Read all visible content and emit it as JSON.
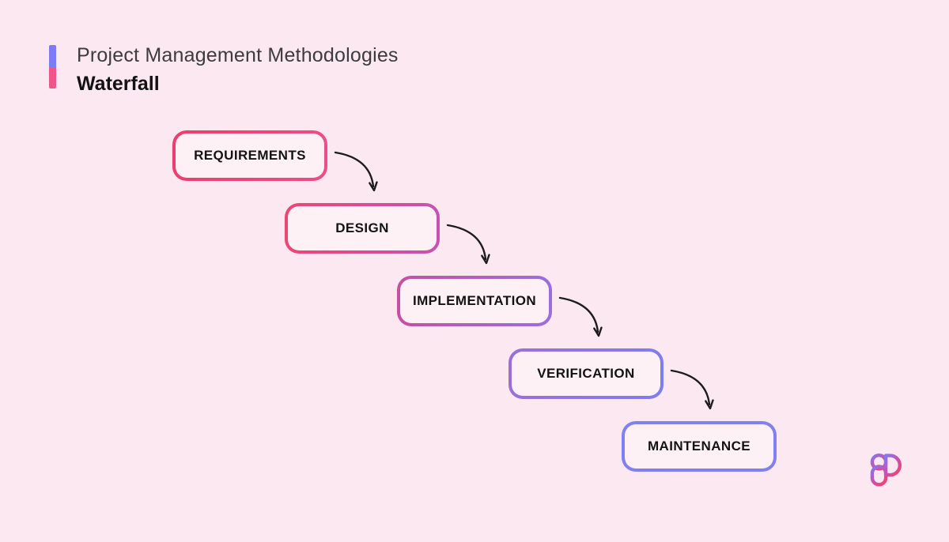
{
  "header": {
    "title": "Project Management Methodologies",
    "subtitle": "Waterfall",
    "accent_top_color": "#7b7bf6",
    "accent_bottom_color": "#f0558a"
  },
  "canvas": {
    "background_color": "#fce8f0",
    "node_fill_color": "#fdf1f6"
  },
  "stages": [
    {
      "label": "REQUIREMENTS",
      "border_from": "#ee3d6d",
      "border_to": "#ec4e85"
    },
    {
      "label": "DESIGN",
      "border_from": "#ec4673",
      "border_to": "#c653b2"
    },
    {
      "label": "IMPLEMENTATION",
      "border_from": "#c650a3",
      "border_to": "#9b6ede"
    },
    {
      "label": "VERIFICATION",
      "border_from": "#9c6ed9",
      "border_to": "#7f7df0"
    },
    {
      "label": "MAINTENANCE",
      "border_from": "#8180f1",
      "border_to": "#8280f1"
    }
  ],
  "flow": {
    "arrow_color": "#1c1c1c"
  },
  "logo": {
    "gradient_from": "#8279f2",
    "gradient_mid": "#c653b4",
    "gradient_to": "#f4426e"
  }
}
